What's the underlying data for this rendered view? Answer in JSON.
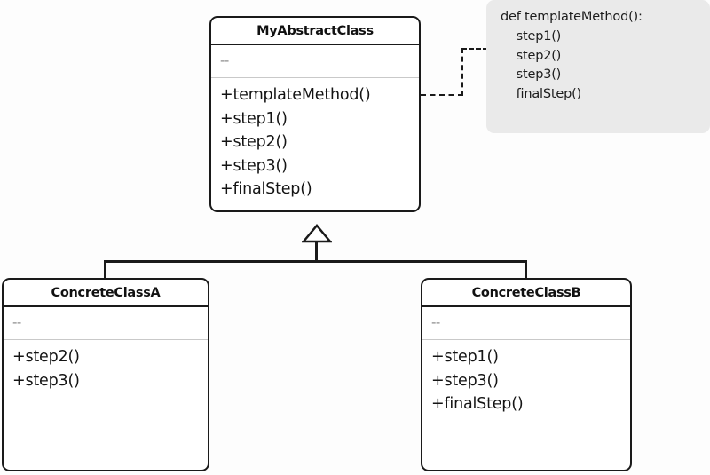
{
  "diagram": {
    "type": "uml-class-diagram",
    "title_hidden": "Template Method Pattern",
    "background_color": "#fdfdfd",
    "line_color": "#1a1a1a",
    "note_background": "#eaeaea"
  },
  "classes": [
    {
      "id": "abstract",
      "name": "MyAbstractClass",
      "attributes": [
        "--"
      ],
      "operations": [
        "+templateMethod()",
        "+step1()",
        "+step2()",
        "+step3()",
        "+finalStep()"
      ]
    },
    {
      "id": "concreteA",
      "name": "ConcreteClassA",
      "attributes": [
        "--"
      ],
      "operations": [
        "+step2()",
        "+step3()"
      ]
    },
    {
      "id": "concreteB",
      "name": "ConcreteClassB",
      "attributes": [
        "--"
      ],
      "operations": [
        "+step1()",
        "+step3()",
        "+finalStep()"
      ]
    }
  ],
  "note": {
    "lines": [
      "def templateMethod():",
      "    step1()",
      "    step2()",
      "    step3()",
      "    finalStep()"
    ]
  },
  "relationships": [
    {
      "kind": "generalization",
      "from": "ConcreteClassA",
      "to": "MyAbstractClass"
    },
    {
      "kind": "generalization",
      "from": "ConcreteClassB",
      "to": "MyAbstractClass"
    },
    {
      "kind": "note-anchor",
      "from": "note",
      "to": "+templateMethod()"
    }
  ]
}
